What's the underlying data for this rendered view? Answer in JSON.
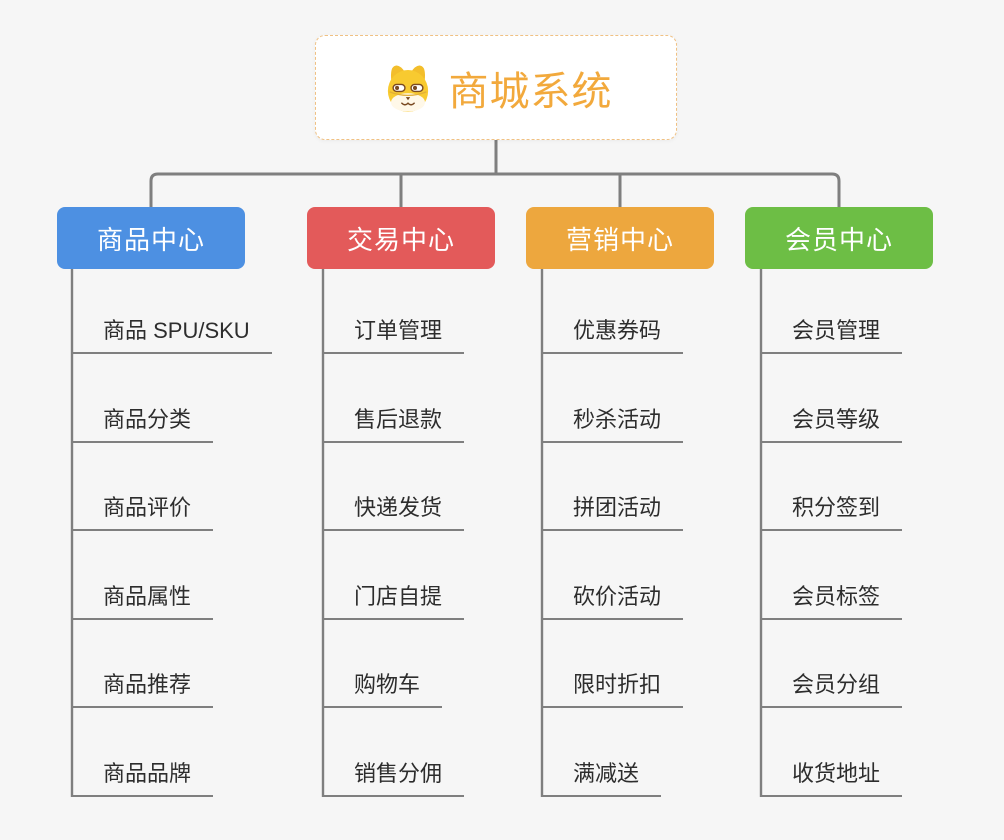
{
  "root": {
    "label": "商城系统",
    "icon": "shiba-dog-icon"
  },
  "branches": [
    {
      "label": "商品中心",
      "color": "#4D90E2",
      "items": [
        "商品 SPU/SKU",
        "商品分类",
        "商品评价",
        "商品属性",
        "商品推荐",
        "商品品牌"
      ]
    },
    {
      "label": "交易中心",
      "color": "#E35A5A",
      "items": [
        "订单管理",
        "售后退款",
        "快递发货",
        "门店自提",
        "购物车",
        "销售分佣"
      ]
    },
    {
      "label": "营销中心",
      "color": "#EDA73E",
      "items": [
        "优惠券码",
        "秒杀活动",
        "拼团活动",
        "砍价活动",
        "限时折扣",
        "满减送"
      ]
    },
    {
      "label": "会员中心",
      "color": "#6DBE45",
      "items": [
        "会员管理",
        "会员等级",
        "积分签到",
        "会员标签",
        "会员分组",
        "收货地址"
      ]
    }
  ],
  "colors": {
    "background": "#F6F6F6",
    "connector_line": "#7F7F7F",
    "item_underline": "#7F7F7F",
    "item_text": "#2D2D2D",
    "root_text": "#F2A93C",
    "root_border_dashed": "#F0C183",
    "root_background": "#FFFFFF"
  }
}
